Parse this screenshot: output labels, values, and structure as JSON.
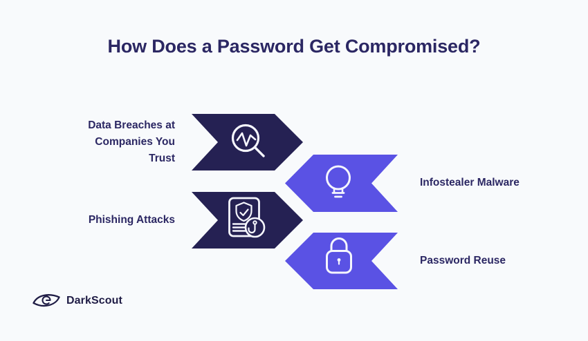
{
  "title": "How Does a Password Get Compromised?",
  "brand": {
    "name": "DarkScout",
    "logo_icon": "eye-scout-icon"
  },
  "colors": {
    "background": "#f8fafc",
    "navy": "#252153",
    "purple": "#5a52e4",
    "heading_text": "#2b2763",
    "label_text": "#2b2763",
    "icon_stroke": "#f5f6fd",
    "brand_text": "#1f1c45"
  },
  "diagram": {
    "items": [
      {
        "label": "Data Breaches at Companies You Trust",
        "icon": "magnifier-pulse-icon",
        "arrow_color": "navy",
        "arrow_direction": "right",
        "label_side": "left"
      },
      {
        "label": "Infostealer Malware",
        "icon": "lightbulb-icon",
        "arrow_color": "purple",
        "arrow_direction": "left",
        "label_side": "right"
      },
      {
        "label": "Phishing Attacks",
        "icon": "phishing-document-icon",
        "arrow_color": "navy",
        "arrow_direction": "right",
        "label_side": "left"
      },
      {
        "label": "Password Reuse",
        "icon": "padlock-icon",
        "arrow_color": "purple",
        "arrow_direction": "left",
        "label_side": "right"
      }
    ]
  }
}
